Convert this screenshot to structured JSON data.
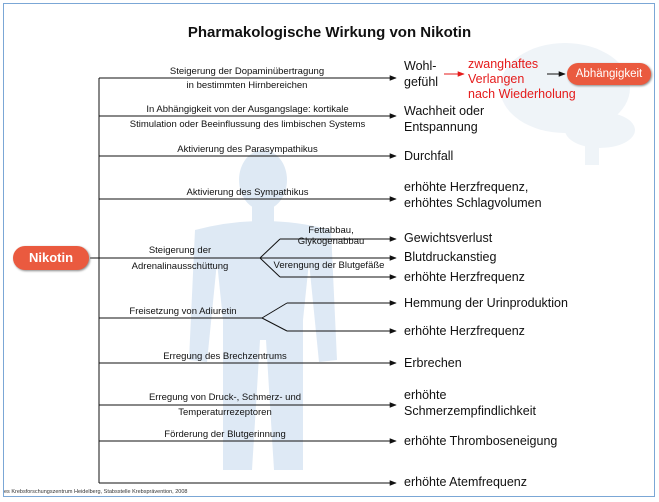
{
  "title": "Pharmakologische Wirkung von Nikotin",
  "root": "Nikotin",
  "labels": {
    "dopamin1": "Steigerung der Dopaminübertragung",
    "dopamin2": "in bestimmten Hirnbereichen",
    "limbic1": "In Abhängigkeit von der Ausgangslage: kortikale",
    "limbic2": "Stimulation oder Beeinflussung des limbischen Systems",
    "parasymp": "Aktivierung des Parasympathikus",
    "symp": "Aktivierung des Sympathikus",
    "adrenalin1": "Steigerung der",
    "adrenalin2": "Adrenalinausschüttung",
    "fett1": "Fettabbau,",
    "fett2": "Glykogenabbau",
    "gefaesse": "Verengung der Blutgefäße",
    "adiuretin": "Freisetzung von Adiuretin",
    "brech": "Erregung des Brechzentrums",
    "druck1": "Erregung von Druck-, Schmerz- und",
    "druck2": "Temperaturrezeptoren",
    "gerinnung": "Förderung der Blutgerinnung"
  },
  "results": {
    "wohl1": "Wohl-",
    "wohl2": "gefühl",
    "wach1": "Wachheit oder",
    "wach2": "Entspannung",
    "durchfall": "Durchfall",
    "herz1": "erhöhte Herzfrequenz,",
    "herz2": "erhöhtes Schlagvolumen",
    "gewicht": "Gewichtsverlust",
    "blutdruck": "Blutdruckanstieg",
    "herzfreq1": "erhöhte Herzfrequenz",
    "urin": "Hemmung der Urinproduktion",
    "herzfreq2": "erhöhte Herzfrequenz",
    "erbrechen": "Erbrechen",
    "schmerz1": "erhöhte",
    "schmerz2": "Schmerzempfindlichkeit",
    "thrombose": "erhöhte Thromboseneigung",
    "atem": "erhöhte Atemfrequenz"
  },
  "craving": {
    "line1": "zwanghaftes",
    "line2": "Verlangen",
    "line3": "nach Wiederholung"
  },
  "addiction": "Abhängigkeit",
  "footer": "es Krebsforschungszentrum Heidelberg, Stabsstelle Krebsprävention, 2008",
  "colors": {
    "accent_red": "#e51b1b",
    "pill": "#ea5a3f",
    "frame": "#7ba7d6",
    "silhouette": "#d6e4f2"
  }
}
